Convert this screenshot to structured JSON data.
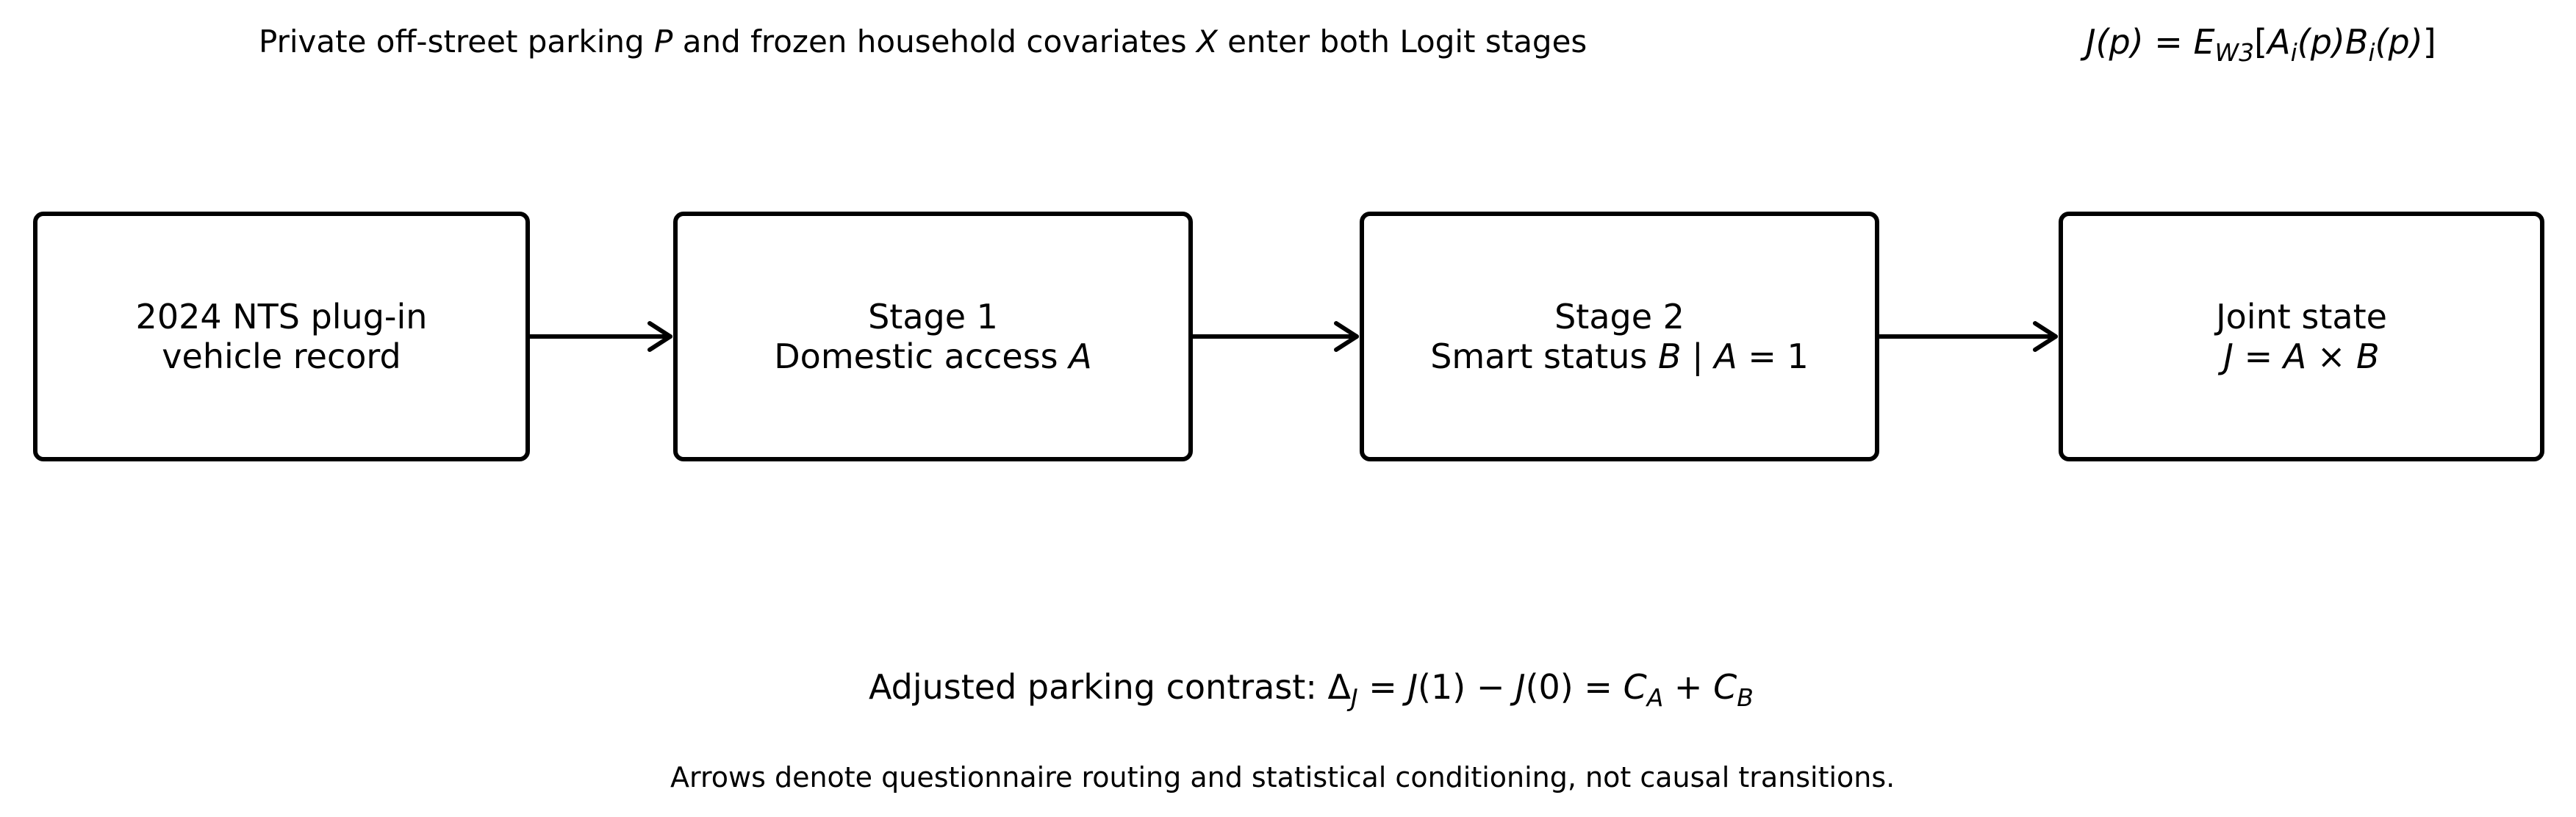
{
  "header": {
    "caption_prefix": "Private off-street parking ",
    "caption_var_p": "P",
    "caption_middle": " and frozen household covariates ",
    "caption_var_x": "X",
    "caption_suffix": " enter both Logit stages",
    "formula": {
      "lhs": "J(p)",
      "eq": " = ",
      "expectation": "E",
      "expectation_sub": "W3",
      "open": "[",
      "a_term": "A",
      "a_sub": "i",
      "a_arg": "(p)",
      "b_term": "B",
      "b_sub": "i",
      "b_arg": "(p)",
      "close": "]"
    }
  },
  "nodes": [
    {
      "line1": "2024 NTS plug-in",
      "line2": "vehicle record"
    },
    {
      "line1": "Stage 1",
      "line2_text": "Domestic access ",
      "line2_var": "A"
    },
    {
      "line1": "Stage 2",
      "line2_text": "Smart status ",
      "line2_var": "B",
      "line2_cond": " | ",
      "line2_var2": "A",
      "line2_eq": " = 1"
    },
    {
      "line1": "Joint state",
      "line2_math_j": "J",
      "line2_math_eq": " = ",
      "line2_math_a": "A",
      "line2_math_times": " × ",
      "line2_math_b": "B"
    }
  ],
  "contrast": {
    "prefix": "Adjusted parking contrast: ",
    "delta": "Δ",
    "delta_sub": "J",
    "eq1": " = ",
    "j1": "J",
    "j1_arg": "(1)",
    "minus": " − ",
    "j0": "J",
    "j0_arg": "(0)",
    "eq2": " = ",
    "ca": "C",
    "ca_sub": "A",
    "plus": " + ",
    "cb": "C",
    "cb_sub": "B"
  },
  "footnote": "Arrows denote questionnaire routing and statistical conditioning, not causal transitions."
}
